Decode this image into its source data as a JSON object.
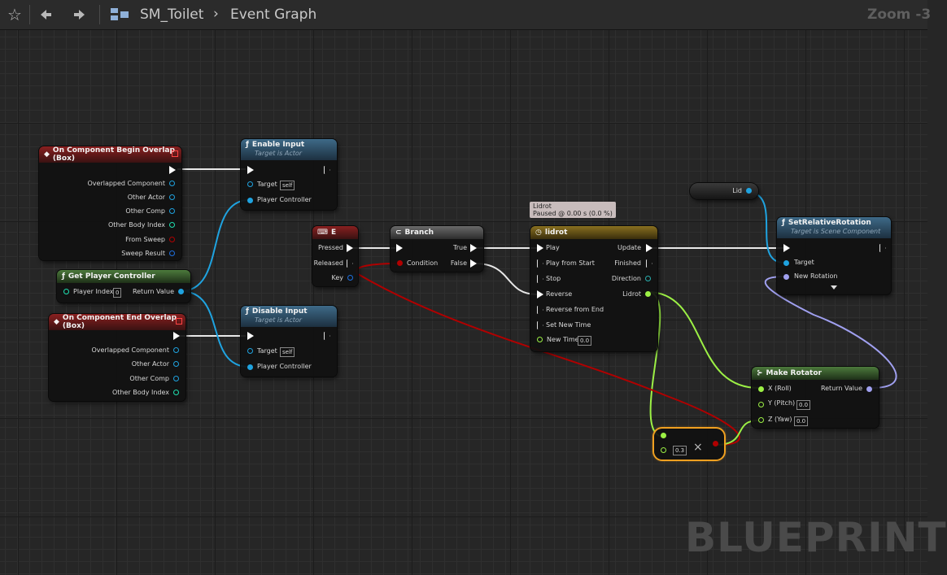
{
  "toolbar": {
    "star_icon": "star-icon",
    "back_icon": "back-arrow-icon",
    "forward_icon": "forward-arrow-icon",
    "graph_icon": "graph-icon",
    "breadcrumb_blueprint": "SM_Toilet",
    "breadcrumb_graph": "Event Graph",
    "zoom": "Zoom -3"
  },
  "nodes": {
    "begin_overlap": {
      "title": "On Component Begin Overlap (Box)",
      "pins": [
        "Overlapped Component",
        "Other Actor",
        "Other Comp",
        "Other Body Index",
        "From Sweep",
        "Sweep Result"
      ]
    },
    "enable_input": {
      "title": "Enable Input",
      "subtitle": "Target is Actor",
      "target": "Target",
      "target_value": "self",
      "player_controller": "Player Controller"
    },
    "get_player_controller": {
      "title": "Get Player Controller",
      "player_index": "Player Index",
      "player_index_value": "0",
      "return_value": "Return Value"
    },
    "end_overlap": {
      "title": "On Component End Overlap (Box)",
      "pins": [
        "Overlapped Component",
        "Other Actor",
        "Other Comp",
        "Other Body Index"
      ]
    },
    "disable_input": {
      "title": "Disable Input",
      "subtitle": "Target is Actor",
      "target": "Target",
      "target_value": "self",
      "player_controller": "Player Controller"
    },
    "key_e": {
      "title": "E",
      "pressed": "Pressed",
      "released": "Released",
      "key": "Key"
    },
    "branch": {
      "title": "Branch",
      "condition": "Condition",
      "true_label": "True",
      "false_label": "False"
    },
    "timeline": {
      "tooltip_line1": "Lidrot",
      "tooltip_line2": "Paused @ 0.00 s (0.0 %)",
      "title": "lidrot",
      "inputs": [
        "Play",
        "Play from Start",
        "Stop",
        "Reverse",
        "Reverse from End",
        "Set New Time"
      ],
      "new_time": "New Time",
      "new_time_value": "0.0",
      "outputs": [
        "Update",
        "Finished",
        "Direction",
        "Lidrot"
      ]
    },
    "lid": {
      "label": "Lid"
    },
    "set_relative_rotation": {
      "title": "SetRelativeRotation",
      "subtitle": "Target is Scene Component",
      "target": "Target",
      "new_rotation": "New Rotation"
    },
    "make_rotator": {
      "title": "Make Rotator",
      "x": "X (Roll)",
      "y": "Y (Pitch)",
      "y_value": "0.0",
      "z": "Z (Yaw)",
      "z_value": "0.0",
      "return_value": "Return Value"
    },
    "multiply": {
      "value": "0.3"
    }
  },
  "watermark": "BLUEPRINT",
  "colors": {
    "exec": "#ffffff",
    "object": "#1fa3e0",
    "bool": "#b00000",
    "float": "#9cf045",
    "struct": "#a0a0f0",
    "int": "#1fe0b0"
  }
}
